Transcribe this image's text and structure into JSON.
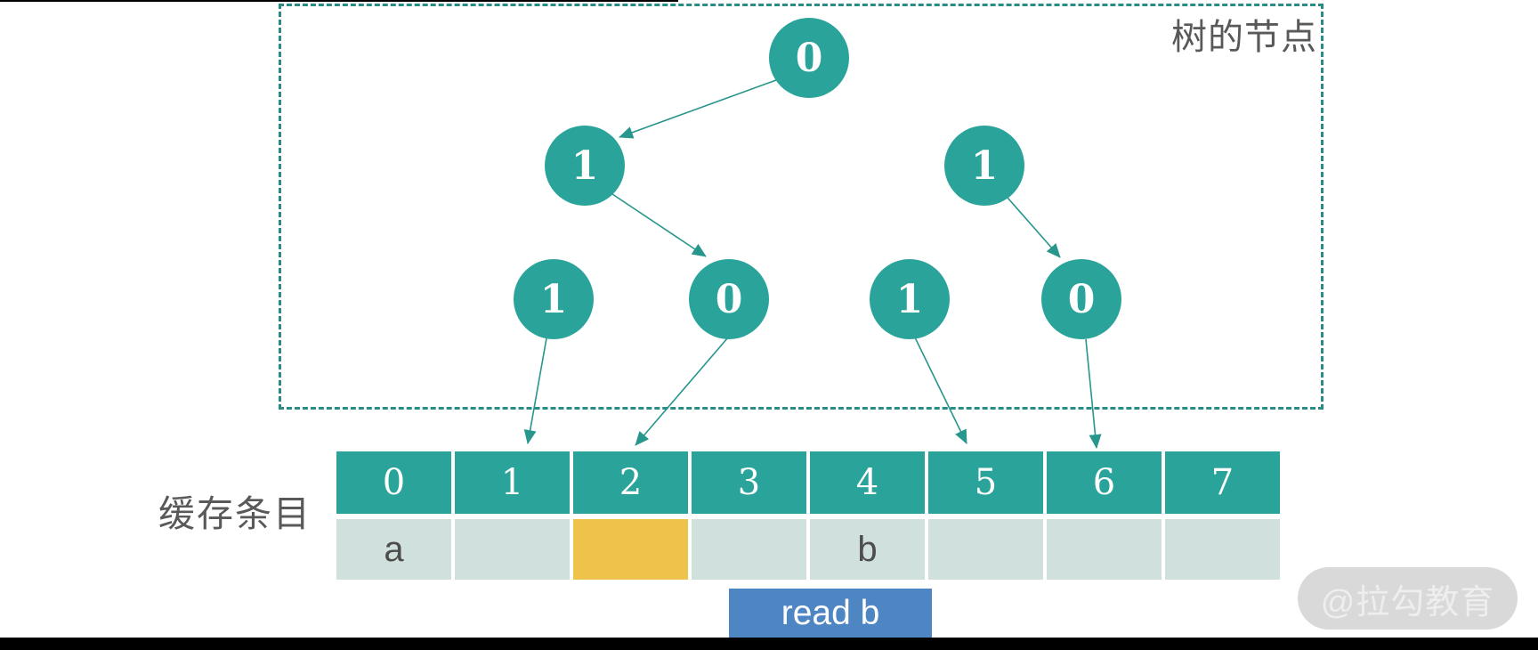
{
  "tree": {
    "region_label": "树的节点",
    "nodes": [
      {
        "id": "root",
        "label": "0"
      },
      {
        "id": "level2-left",
        "label": "1"
      },
      {
        "id": "level2-right",
        "label": "1"
      },
      {
        "id": "level3-a",
        "label": "1"
      },
      {
        "id": "level3-b",
        "label": "0"
      },
      {
        "id": "level3-c",
        "label": "1"
      },
      {
        "id": "level3-d",
        "label": "0"
      }
    ],
    "edges": [
      "root -> level2-left",
      "level2-left -> level3-b",
      "level2-right -> level3-d",
      "level3-a -> cache-cell-1",
      "level3-b -> cache-cell-2",
      "level3-c -> cache-cell-5",
      "level3-d -> cache-cell-6"
    ]
  },
  "cache": {
    "label": "缓存条目",
    "headers": [
      "0",
      "1",
      "2",
      "3",
      "4",
      "5",
      "6",
      "7"
    ],
    "cells": [
      {
        "text": "a",
        "highlighted": false
      },
      {
        "text": "",
        "highlighted": false
      },
      {
        "text": "",
        "highlighted": true
      },
      {
        "text": "",
        "highlighted": false
      },
      {
        "text": "b",
        "highlighted": false
      },
      {
        "text": "",
        "highlighted": false
      },
      {
        "text": "",
        "highlighted": false
      },
      {
        "text": "",
        "highlighted": false
      }
    ],
    "highlighted_index": 2
  },
  "action": {
    "label": "read b"
  },
  "watermark": {
    "label": "@拉勾教育"
  },
  "colors": {
    "teal": "#2aa49a",
    "dashed_border": "#2a8d84",
    "arrow": "#27968c",
    "cell_bg": "#d0e0dc",
    "highlight": "#edc34c",
    "button_blue": "#4e86c4",
    "label_gray": "#595959",
    "watermark_bg": "#d9d9d9"
  }
}
